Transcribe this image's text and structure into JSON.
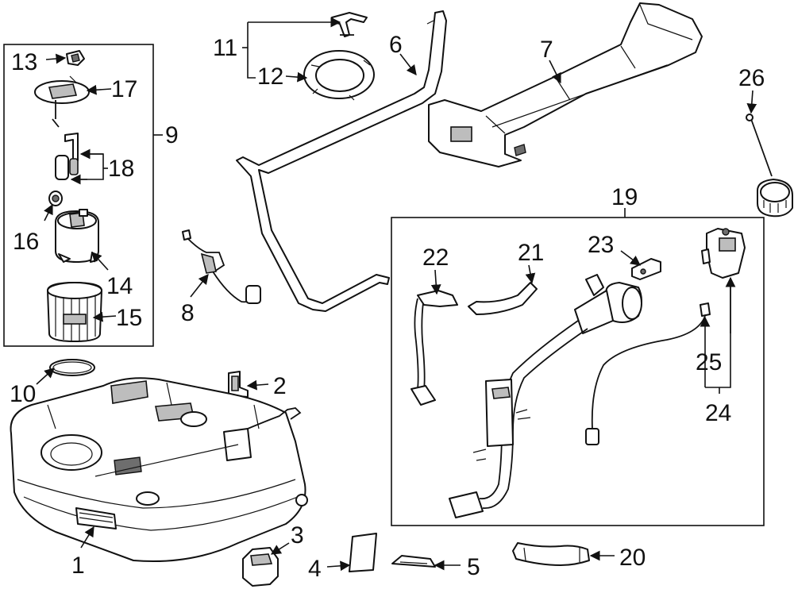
{
  "diagram": {
    "line_color": "#111111",
    "background": "#ffffff",
    "callouts": {
      "c1": "1",
      "c2": "2",
      "c3": "3",
      "c4": "4",
      "c5": "5",
      "c6": "6",
      "c7": "7",
      "c8": "8",
      "c9": "9",
      "c10": "10",
      "c11": "11",
      "c12": "12",
      "c13": "13",
      "c14": "14",
      "c15": "15",
      "c16": "16",
      "c17": "17",
      "c18": "18",
      "c19": "19",
      "c20": "20",
      "c21": "21",
      "c22": "22",
      "c23": "23",
      "c24": "24",
      "c25": "25",
      "c26": "26"
    }
  }
}
